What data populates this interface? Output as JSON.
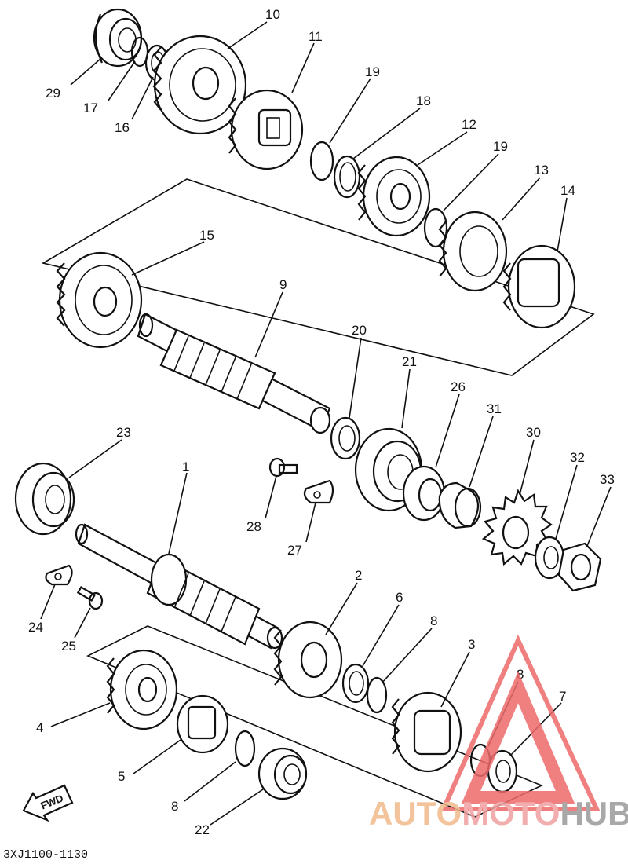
{
  "diagram": {
    "reference_code": "3XJ1100-1130",
    "fwd_label": "FWD",
    "callouts": [
      {
        "id": "c29",
        "label": "29"
      },
      {
        "id": "c17",
        "label": "17"
      },
      {
        "id": "c16",
        "label": "16"
      },
      {
        "id": "c10",
        "label": "10"
      },
      {
        "id": "c11",
        "label": "11"
      },
      {
        "id": "c19a",
        "label": "19"
      },
      {
        "id": "c18",
        "label": "18"
      },
      {
        "id": "c12",
        "label": "12"
      },
      {
        "id": "c19b",
        "label": "19"
      },
      {
        "id": "c13",
        "label": "13"
      },
      {
        "id": "c14",
        "label": "14"
      },
      {
        "id": "c15",
        "label": "15"
      },
      {
        "id": "c9",
        "label": "9"
      },
      {
        "id": "c20",
        "label": "20"
      },
      {
        "id": "c21",
        "label": "21"
      },
      {
        "id": "c26",
        "label": "26"
      },
      {
        "id": "c31",
        "label": "31"
      },
      {
        "id": "c30",
        "label": "30"
      },
      {
        "id": "c32",
        "label": "32"
      },
      {
        "id": "c33",
        "label": "33"
      },
      {
        "id": "c23",
        "label": "23"
      },
      {
        "id": "c1",
        "label": "1"
      },
      {
        "id": "c28",
        "label": "28"
      },
      {
        "id": "c27",
        "label": "27"
      },
      {
        "id": "c24",
        "label": "24"
      },
      {
        "id": "c25",
        "label": "25"
      },
      {
        "id": "c2",
        "label": "2"
      },
      {
        "id": "c6",
        "label": "6"
      },
      {
        "id": "c8a",
        "label": "8"
      },
      {
        "id": "c3",
        "label": "3"
      },
      {
        "id": "c8b",
        "label": "8"
      },
      {
        "id": "c7",
        "label": "7"
      },
      {
        "id": "c4",
        "label": "4"
      },
      {
        "id": "c5",
        "label": "5"
      },
      {
        "id": "c8c",
        "label": "8"
      },
      {
        "id": "c22",
        "label": "22"
      }
    ]
  },
  "watermark": {
    "word_part1": "AUTO",
    "word_part2": "MOTO",
    "word_part3": "HUB",
    "colors": {
      "auto": "#f2b98a",
      "moto": "#f0a0a0",
      "hub": "#9a9a9a",
      "triangle": "#ee6b6b"
    }
  }
}
